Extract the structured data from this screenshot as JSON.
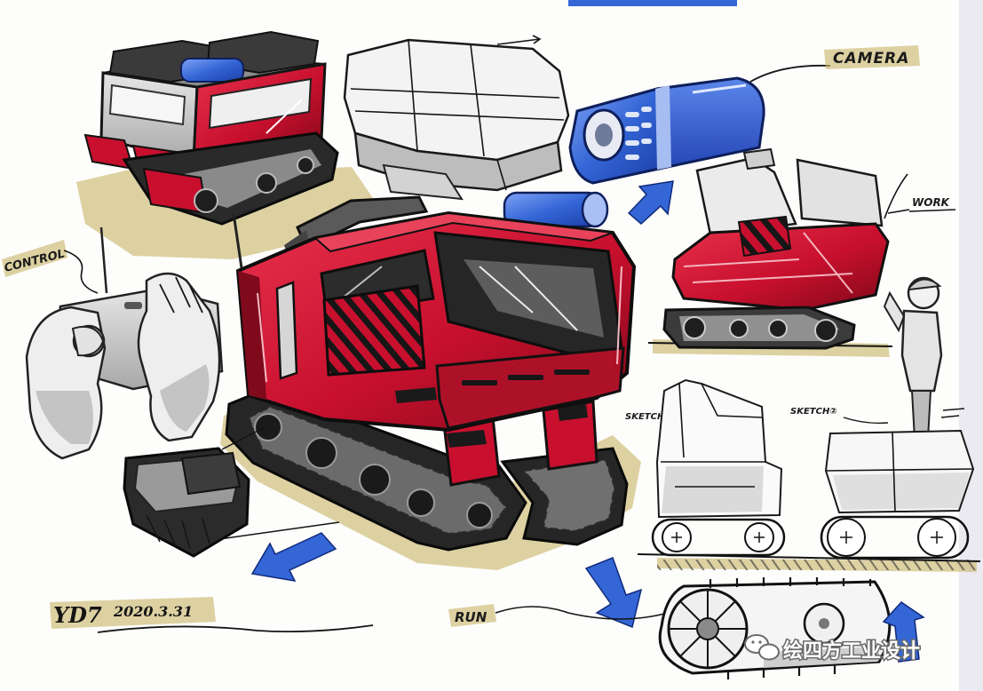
{
  "labels": {
    "camera": "CAMERA",
    "control": "CONTROL",
    "work": "WORK",
    "sketch1": "SKETCH①",
    "sketch2": "SKETCH②",
    "run": "RUN"
  },
  "signature": "YD7",
  "date": "2020.3.31",
  "watermark": {
    "text": "绘四方工业设计",
    "icon": "wechat-icon"
  },
  "colors": {
    "vehicle_red": "#c8102e",
    "marker_blue": "#3466d6",
    "marker_khaki": "#c9b76a",
    "marker_grey": "#9a9a9a"
  }
}
